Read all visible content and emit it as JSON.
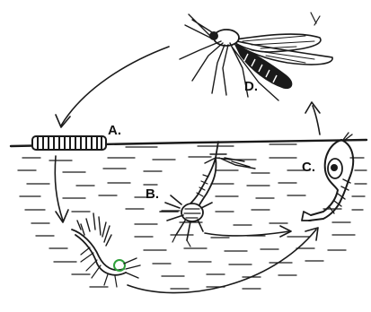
{
  "labels": {
    "a": "A.",
    "b": "B.",
    "c": "C.",
    "d": "D."
  },
  "colors": {
    "ink": "#1a1a1a",
    "background": "#ffffff",
    "highlight": "#2e9e3a"
  },
  "stages": [
    {
      "id": "a",
      "depicts": "egg-raft"
    },
    {
      "id": "b",
      "depicts": "larva"
    },
    {
      "id": "c",
      "depicts": "pupa"
    },
    {
      "id": "d",
      "depicts": "adult-mosquito"
    }
  ]
}
